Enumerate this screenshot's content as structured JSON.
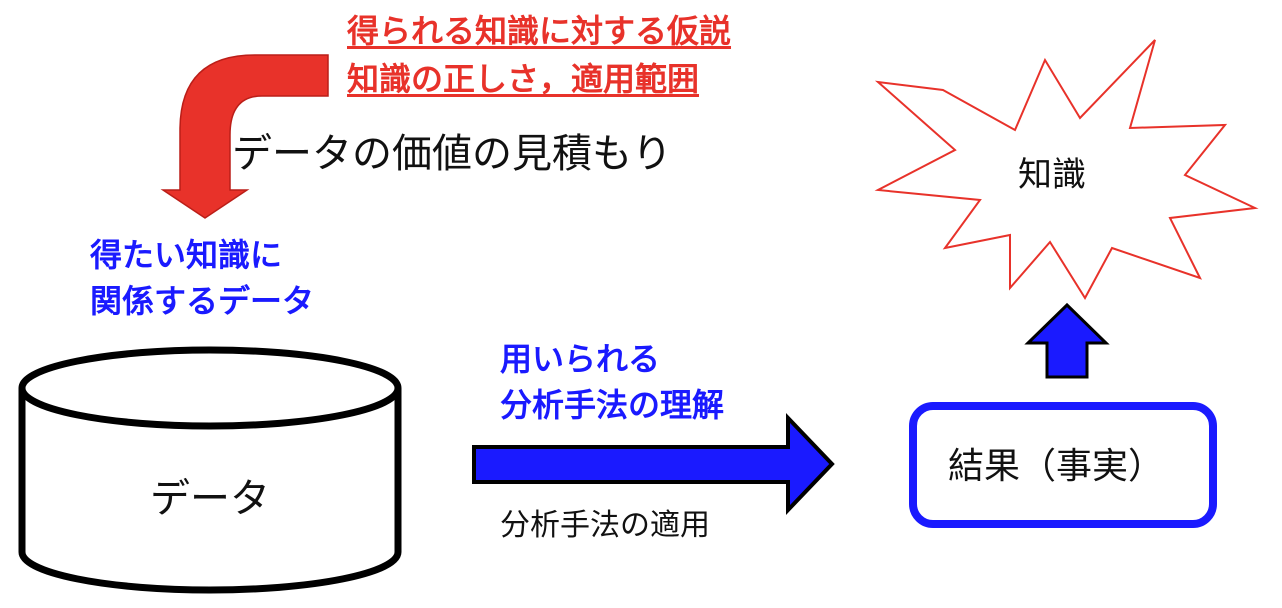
{
  "colors": {
    "red": "#e8322a",
    "blue": "#1a1aff",
    "box_border": "#1a1aff",
    "black": "#000000"
  },
  "hypothesis": {
    "line1": "得られる知識に対する仮説",
    "line2": "知識の正しさ，適用範囲"
  },
  "estimate_label": "データの価値の見積もり",
  "relevant_data": {
    "line1": "得たい知識に",
    "line2": "関係するデータ"
  },
  "database_label": "データ",
  "method_understanding": {
    "line1": "用いられる",
    "line2": "分析手法の理解"
  },
  "method_apply_label": "分析手法の適用",
  "result_label": "結果（事実）",
  "knowledge_label": "知識"
}
